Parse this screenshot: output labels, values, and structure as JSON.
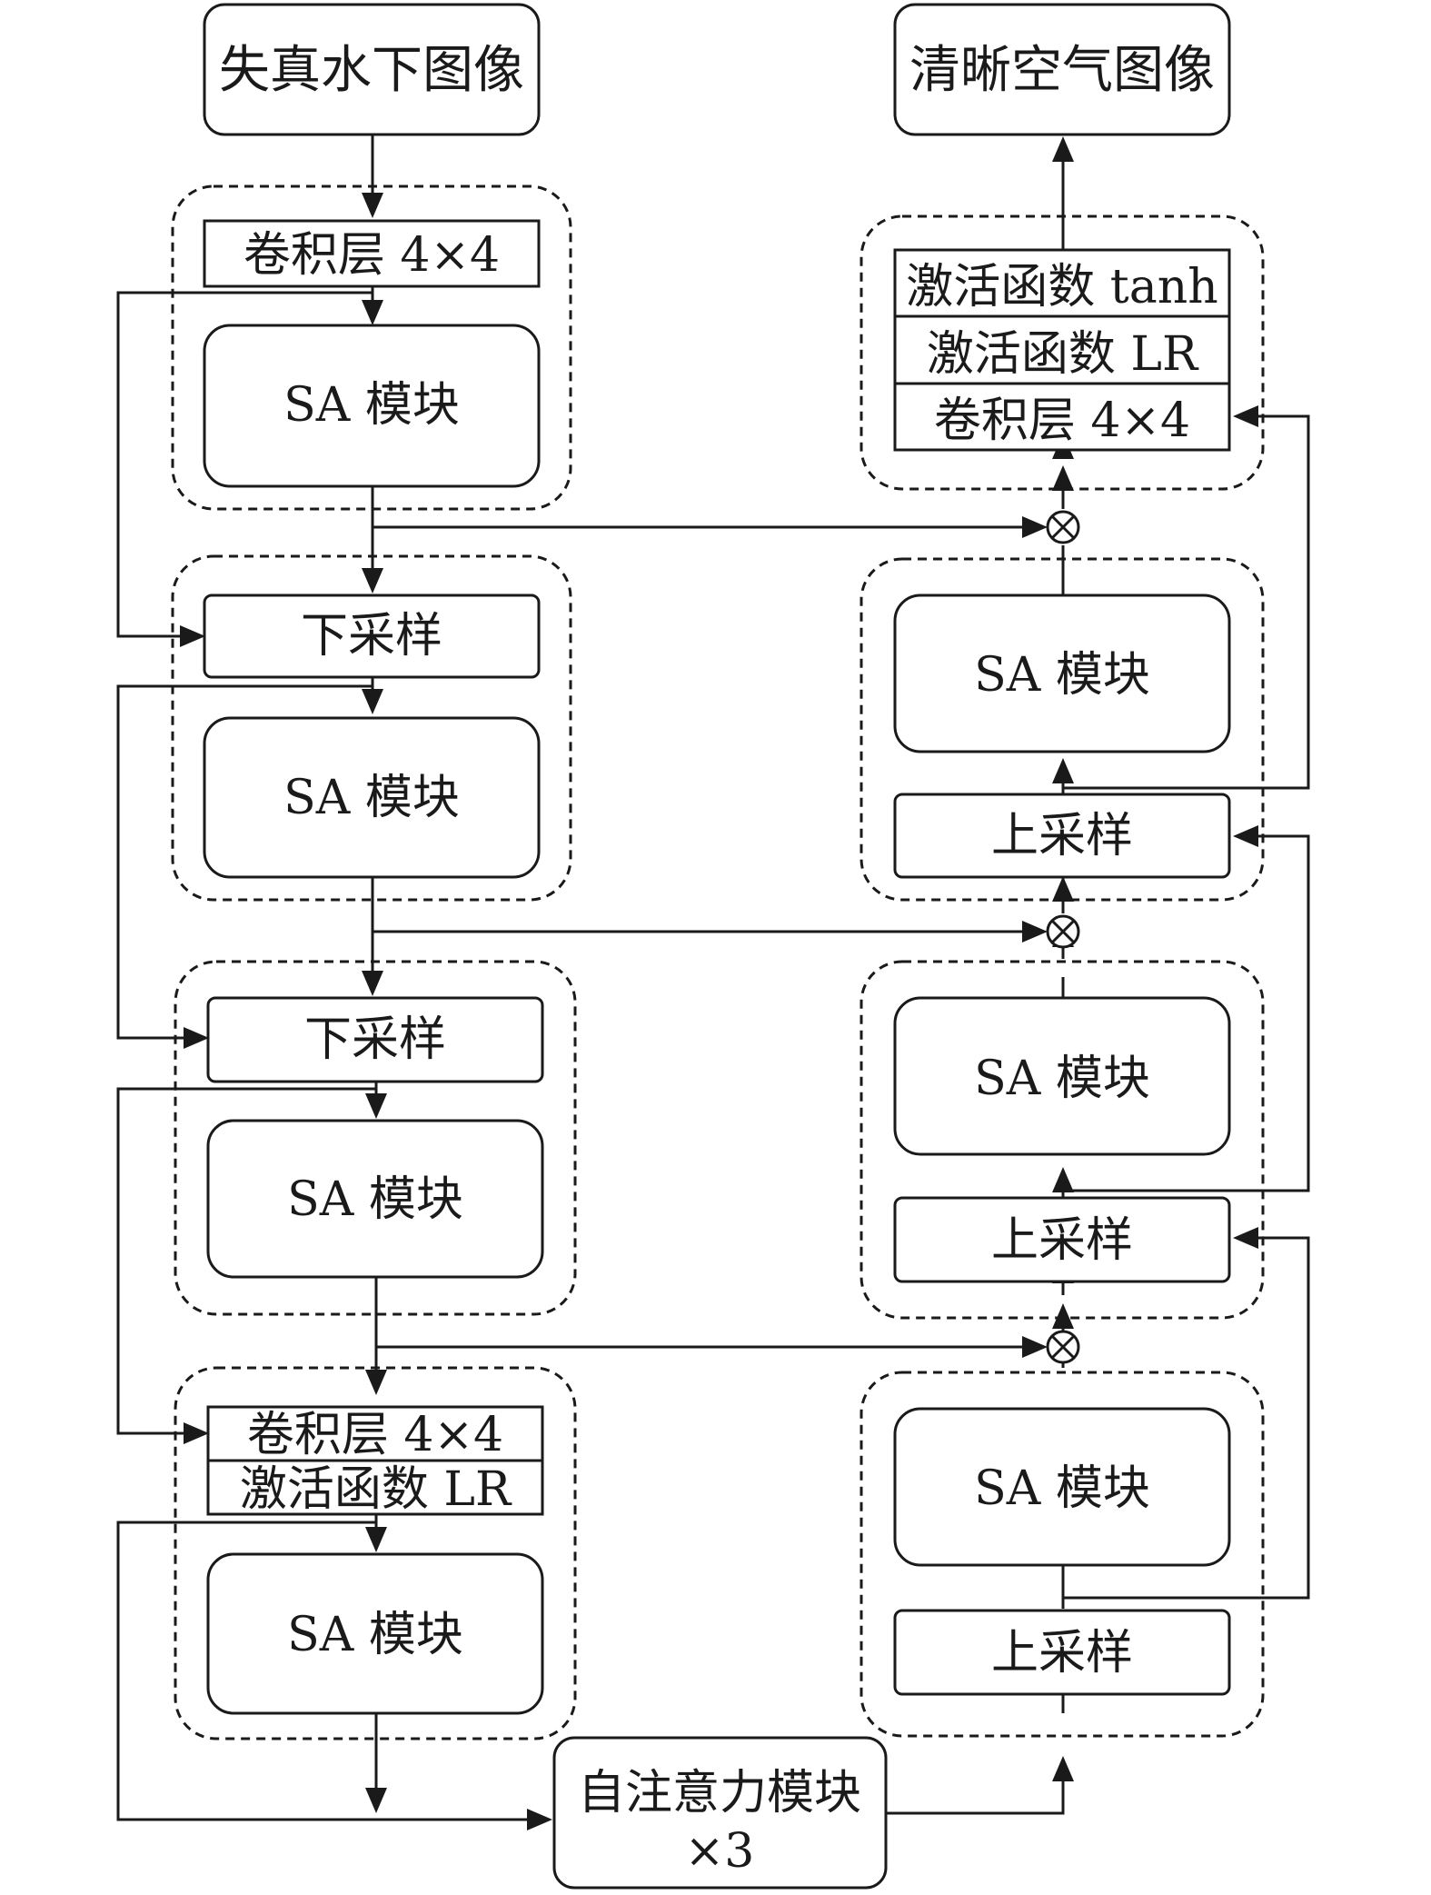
{
  "encoder": {
    "input_label": "失真水下图像",
    "conv_label": "卷积层 4×4",
    "sa_label": "SA 模块",
    "downsample_label": "下采样",
    "activation_lr_label": "激活函数 LR"
  },
  "bottleneck": {
    "label_line1": "自注意力模块",
    "label_line2": "×3"
  },
  "decoder": {
    "output_label": "清晰空气图像",
    "tanh_label": "激活函数 tanh",
    "activation_lr_label": "激活函数 LR",
    "conv_label": "卷积层 4×4",
    "sa_label": "SA 模块",
    "upsample_label": "上采样"
  },
  "colors": {
    "stroke": "#1a1a1a",
    "background": "#ffffff"
  }
}
